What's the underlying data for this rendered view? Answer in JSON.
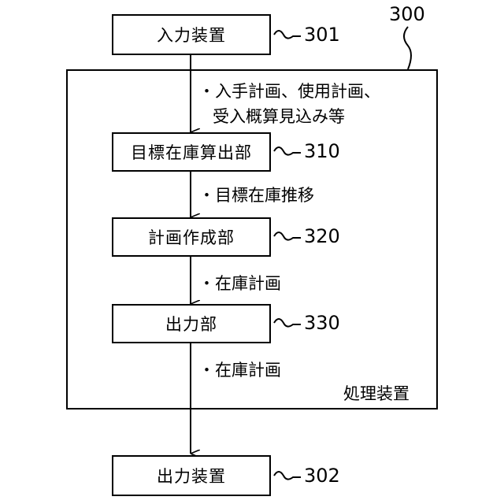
{
  "refs": {
    "system": "300",
    "input_device": "301",
    "output_device": "302",
    "target_inventory": "310",
    "plan_creation": "320",
    "output_unit": "330"
  },
  "boxes": {
    "input_device": "入力装置",
    "target_inventory": "目標在庫算出部",
    "plan_creation": "計画作成部",
    "output_unit": "出力部",
    "output_device": "出力装置"
  },
  "outer_label": "処理装置",
  "flows": {
    "input_line1": "・入手計画、使用計画、",
    "input_line2": "受入概算見込み等",
    "target_trend": "・目標在庫推移",
    "inventory_plan_1": "・在庫計画",
    "inventory_plan_2": "・在庫計画"
  }
}
